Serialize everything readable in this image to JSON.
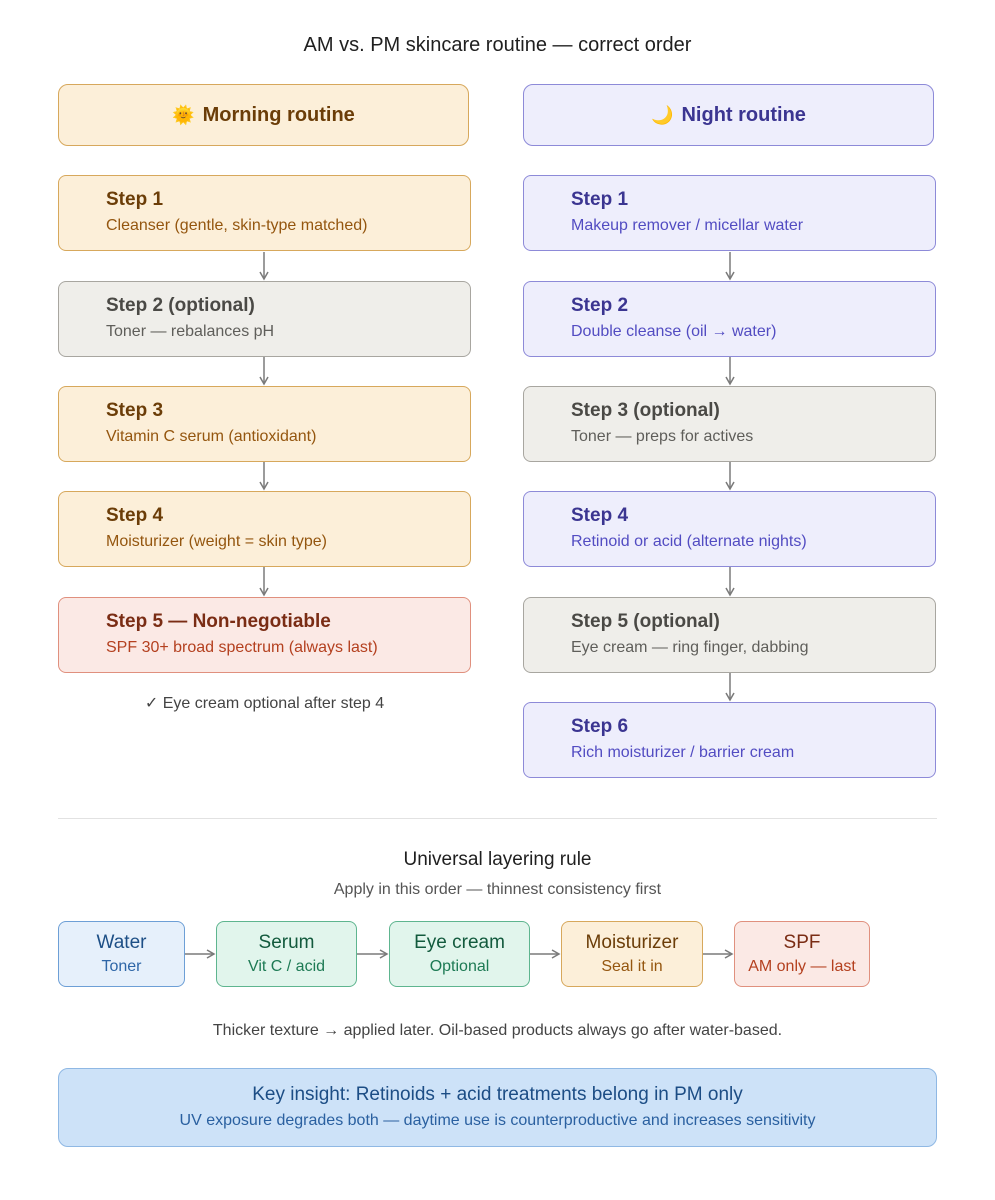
{
  "title": "AM vs. PM skincare routine — correct order",
  "morning": {
    "header_icon": "sun-emoji",
    "header_emoji": "🌞",
    "header_label": "Morning routine",
    "steps": [
      {
        "title": "Step 1",
        "desc": "Cleanser (gentle, skin-type matched)",
        "style": "amber"
      },
      {
        "title": "Step 2 (optional)",
        "desc": "Toner — rebalances pH",
        "style": "gray"
      },
      {
        "title": "Step 3",
        "desc": "Vitamin C serum (antioxidant)",
        "style": "amber"
      },
      {
        "title": "Step 4",
        "desc": "Moisturizer (weight = skin type)",
        "style": "amber"
      },
      {
        "title": "Step 5 — Non-negotiable",
        "desc": "SPF 30+ broad spectrum (always last)",
        "style": "red"
      }
    ],
    "note": "✓ Eye cream optional after step 4"
  },
  "night": {
    "header_icon": "moon-emoji",
    "header_emoji": "🌙",
    "header_label": "Night routine",
    "steps": [
      {
        "title": "Step 1",
        "desc": "Makeup remover / micellar water",
        "style": "purple"
      },
      {
        "title": "Step 2",
        "desc": "Double cleanse (oil → water)",
        "style": "purple"
      },
      {
        "title": "Step 3 (optional)",
        "desc": "Toner — preps for actives",
        "style": "gray"
      },
      {
        "title": "Step 4",
        "desc": "Retinoid or acid (alternate nights)",
        "style": "purple"
      },
      {
        "title": "Step 5 (optional)",
        "desc": "Eye cream — ring finger, dabbing",
        "style": "gray"
      },
      {
        "title": "Step 6",
        "desc": "Rich moisturizer / barrier cream",
        "style": "purple"
      }
    ]
  },
  "layering": {
    "title": "Universal layering rule",
    "subtitle": "Apply in this order — thinnest consistency first",
    "items": [
      {
        "title": "Water",
        "sub": "Toner"
      },
      {
        "title": "Serum",
        "sub": "Vit C / acid"
      },
      {
        "title": "Eye cream",
        "sub": "Optional"
      },
      {
        "title": "Moisturizer",
        "sub": "Seal it in"
      },
      {
        "title": "SPF",
        "sub": "AM only — last"
      }
    ],
    "footnote": "Thicker texture → applied later. Oil-based products always go after water-based."
  },
  "insight": {
    "title": "Key insight: Retinoids + acid treatments belong in PM only",
    "subtitle": "UV exposure degrades both — daytime use is counterproductive and increases sensitivity"
  },
  "colors": {
    "amber": "#fcefd9",
    "gray": "#efeeea",
    "red": "#fbe9e5",
    "purple": "#eeeefc",
    "green": "#e1f5ec",
    "blue": "#e6f0fb",
    "insight": "#cde2f8",
    "arrow": "#7a7a7a"
  }
}
